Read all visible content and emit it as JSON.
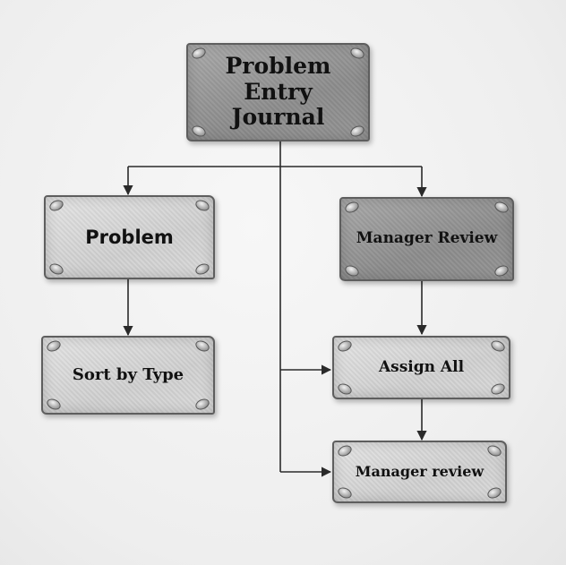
{
  "diagram": {
    "nodes": {
      "root": {
        "label": "Problem Entry Journal"
      },
      "problem": {
        "label": "Problem"
      },
      "manager_review": {
        "label": "Manager Review"
      },
      "sort_by_type": {
        "label": "Sort by Type"
      },
      "assign_all": {
        "label": "Assign All"
      },
      "manager_review_2": {
        "label": "Manager review"
      }
    },
    "edges": [
      {
        "from": "root",
        "to": "problem"
      },
      {
        "from": "root",
        "to": "manager_review"
      },
      {
        "from": "root",
        "to": "assign_all"
      },
      {
        "from": "root",
        "to": "manager_review_2"
      },
      {
        "from": "problem",
        "to": "sort_by_type"
      },
      {
        "from": "manager_review",
        "to": "assign_all"
      },
      {
        "from": "assign_all",
        "to": "manager_review_2"
      }
    ],
    "colors": {
      "connector": "#2a2a2a",
      "dark_card": "#9a9a9a",
      "light_card": "#d4d4d4"
    }
  }
}
